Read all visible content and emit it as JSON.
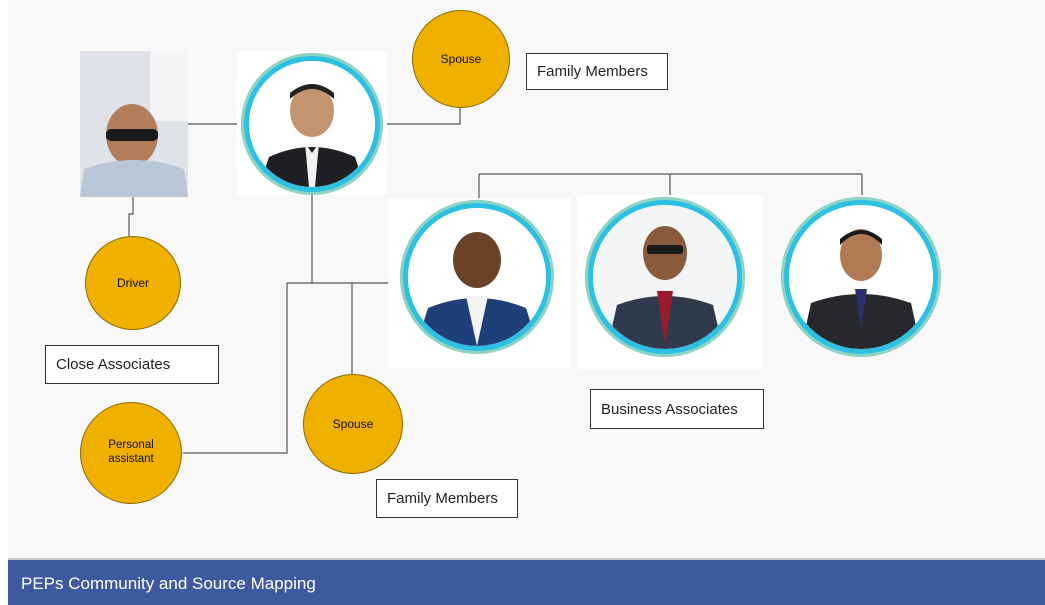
{
  "nodes": {
    "spouse_top": "Spouse",
    "driver": "Driver",
    "spouse_bottom": "Spouse",
    "personal_assistant": "Personal assistant"
  },
  "labels": {
    "family_top": "Family Members",
    "close_associates": "Close Associates",
    "business_associates": "Business Associates",
    "family_bottom": "Family Members"
  },
  "footer": {
    "title": "PEPs Community and Source Mapping"
  },
  "colors": {
    "node_fill": "#f0b000",
    "ring": "#2bc0e4",
    "footer_bg": "#3d5aa0"
  }
}
